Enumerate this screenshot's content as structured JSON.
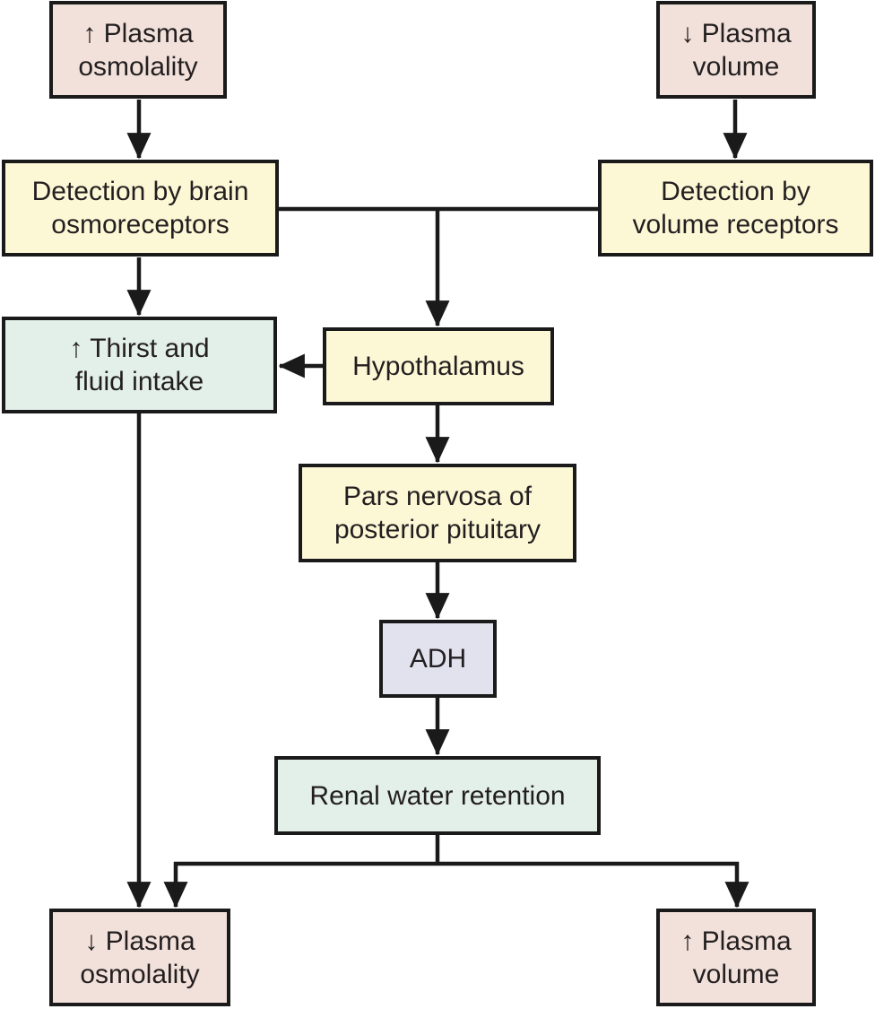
{
  "colors": {
    "background": "#ffffff",
    "box_pink": "#f2e1da",
    "box_yellow": "#fcf8d6",
    "box_mint": "#e3efe9",
    "box_lavender": "#e2e1ee",
    "border": "#1a1a1a",
    "line": "#1a1a1a",
    "text": "#231f20"
  },
  "boxes": {
    "plasma_osmolality_up": {
      "line1": "↑ Plasma",
      "line2": "osmolality"
    },
    "plasma_volume_down": {
      "line1": "↓ Plasma",
      "line2": "volume"
    },
    "detection_brain": {
      "line1": "Detection by brain",
      "line2": "osmoreceptors"
    },
    "detection_volume": {
      "line1": "Detection by",
      "line2": "volume receptors"
    },
    "thirst": {
      "line1": "↑ Thirst and",
      "line2": "fluid intake"
    },
    "hypothalamus": {
      "line1": "Hypothalamus"
    },
    "pars_nervosa": {
      "line1": "Pars nervosa of",
      "line2": "posterior pituitary"
    },
    "adh": {
      "line1": "ADH"
    },
    "renal_water_retention": {
      "line1": "Renal water retention"
    },
    "plasma_osmolality_down": {
      "line1": "↓ Plasma",
      "line2": "osmolality"
    },
    "plasma_volume_up": {
      "line1": "↑ Plasma",
      "line2": "volume"
    }
  },
  "edges": [
    {
      "from": "plasma-osmolality-up",
      "to": "detection-brain-osmoreceptors"
    },
    {
      "from": "plasma-volume-down",
      "to": "detection-volume-receptors"
    },
    {
      "from": "detection-brain-osmoreceptors",
      "to": "hypothalamus"
    },
    {
      "from": "detection-volume-receptors",
      "to": "hypothalamus"
    },
    {
      "from": "detection-brain-osmoreceptors",
      "to": "thirst-and-fluid-intake"
    },
    {
      "from": "hypothalamus",
      "to": "thirst-and-fluid-intake"
    },
    {
      "from": "hypothalamus",
      "to": "pars-nervosa-posterior-pituitary"
    },
    {
      "from": "pars-nervosa-posterior-pituitary",
      "to": "adh"
    },
    {
      "from": "adh",
      "to": "renal-water-retention"
    },
    {
      "from": "renal-water-retention",
      "to": "plasma-osmolality-down"
    },
    {
      "from": "renal-water-retention",
      "to": "plasma-volume-up"
    },
    {
      "from": "thirst-and-fluid-intake",
      "to": "plasma-osmolality-down"
    }
  ]
}
